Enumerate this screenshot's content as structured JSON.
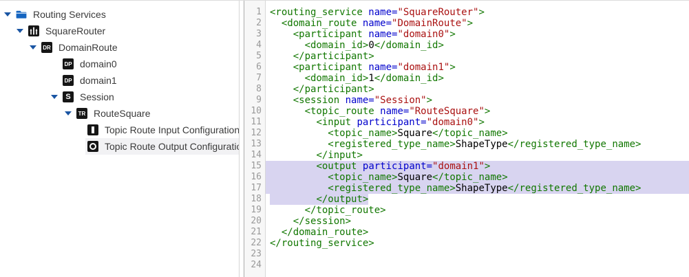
{
  "tree": {
    "colors": {
      "expander": "#1a55a3",
      "folder": "#1565c0",
      "badge_bg": "#161616",
      "selected_row_bg": "#f2f2f4",
      "label": "#3a3a3a"
    },
    "badges": {
      "domain-route": "DR",
      "participant": "DP",
      "session": "S",
      "topic-route": "TR"
    },
    "items": [
      {
        "label": "Routing Services",
        "icon": "folder",
        "level": 0,
        "expanded": true,
        "selected": false
      },
      {
        "label": "SquareRouter",
        "icon": "router",
        "level": 1,
        "expanded": true,
        "selected": false
      },
      {
        "label": "DomainRoute",
        "icon": "domain-route",
        "level": 2,
        "expanded": true,
        "selected": false
      },
      {
        "label": "domain0",
        "icon": "participant",
        "level": 3,
        "expanded": null,
        "selected": false
      },
      {
        "label": "domain1",
        "icon": "participant",
        "level": 3,
        "expanded": null,
        "selected": false
      },
      {
        "label": "Session",
        "icon": "session",
        "level": 3,
        "expanded": true,
        "selected": false
      },
      {
        "label": "RouteSquare",
        "icon": "topic-route",
        "level": 4,
        "expanded": true,
        "selected": false
      },
      {
        "label": "Topic Route Input Configuration",
        "icon": "input",
        "level": 5,
        "expanded": null,
        "selected": false
      },
      {
        "label": "Topic Route Output Configuration",
        "icon": "output",
        "level": 5,
        "expanded": null,
        "selected": true
      }
    ]
  },
  "editor": {
    "language": "xml",
    "colors": {
      "tag": "#117700",
      "attribute": "#0000cc",
      "string": "#aa1111",
      "text": "#000000",
      "selection": "#d8d4f0",
      "line_number": "#999999",
      "gutter_bg": "#f7f7f7"
    },
    "selection": {
      "full_lines": [
        15,
        16,
        17
      ],
      "text_only_lines": [
        18
      ]
    },
    "lines": [
      {
        "n": 1,
        "text": "<routing_service name=\"SquareRouter\">",
        "selection": null
      },
      {
        "n": 2,
        "text": "  <domain_route name=\"DomainRoute\">",
        "selection": null
      },
      {
        "n": 3,
        "text": "    <participant name=\"domain0\">",
        "selection": null
      },
      {
        "n": 4,
        "text": "      <domain_id>0</domain_id>",
        "selection": null
      },
      {
        "n": 5,
        "text": "    </participant>",
        "selection": null
      },
      {
        "n": 6,
        "text": "    <participant name=\"domain1\">",
        "selection": null
      },
      {
        "n": 7,
        "text": "      <domain_id>1</domain_id>",
        "selection": null
      },
      {
        "n": 8,
        "text": "    </participant>",
        "selection": null
      },
      {
        "n": 9,
        "text": "    <session name=\"Session\">",
        "selection": null
      },
      {
        "n": 10,
        "text": "      <topic_route name=\"RouteSquare\">",
        "selection": null
      },
      {
        "n": 11,
        "text": "        <input participant=\"domain0\">",
        "selection": null
      },
      {
        "n": 12,
        "text": "          <topic_name>Square</topic_name>",
        "selection": null
      },
      {
        "n": 13,
        "text": "          <registered_type_name>ShapeType</registered_type_name>",
        "selection": null
      },
      {
        "n": 14,
        "text": "        </input>",
        "selection": null
      },
      {
        "n": 15,
        "text": "        <output participant=\"domain1\">",
        "selection": "full"
      },
      {
        "n": 16,
        "text": "          <topic_name>Square</topic_name>",
        "selection": "full"
      },
      {
        "n": 17,
        "text": "          <registered_type_name>ShapeType</registered_type_name>",
        "selection": "full"
      },
      {
        "n": 18,
        "text": "        </output>",
        "selection": "text"
      },
      {
        "n": 19,
        "text": "      </topic_route>",
        "selection": null
      },
      {
        "n": 20,
        "text": "    </session>",
        "selection": null
      },
      {
        "n": 21,
        "text": "  </domain_route>",
        "selection": null
      },
      {
        "n": 22,
        "text": "</routing_service>",
        "selection": null
      },
      {
        "n": 23,
        "text": "",
        "selection": null
      },
      {
        "n": 24,
        "text": "",
        "selection": null
      }
    ]
  }
}
